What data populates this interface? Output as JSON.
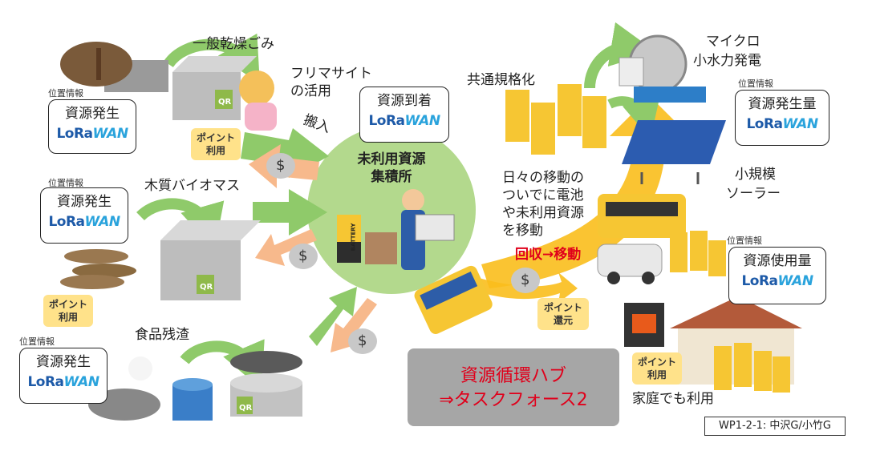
{
  "labels": {
    "dry_waste": "一般乾燥ごみ",
    "flea_market_line1": "フリマサイト",
    "flea_market_line2": "の活用",
    "carry_in": "搬入",
    "standardization": "共通規格化",
    "micro_hydro_line1": "マイクロ",
    "micro_hydro_line2": "小水力発電",
    "small_solar_line1": "小規模",
    "small_solar_line2": "ソーラー",
    "woody_biomass": "木質バイオマス",
    "food_residue": "食品残渣",
    "daily_move_line1": "日々の移動の",
    "daily_move_line2": "ついでに電池",
    "daily_move_line3": "や未利用資源",
    "daily_move_line4": "を移動",
    "collect_move": "回収→移動",
    "home_use": "家庭でも利用",
    "hub_title_line1": "未利用資源",
    "hub_title_line2": "集積所"
  },
  "boxes": {
    "resource_origin_1": "資源発生",
    "resource_origin_2": "資源発生",
    "resource_origin_3": "資源発生",
    "resource_arrival": "資源到着",
    "resource_amount": "資源発生量",
    "resource_usage": "資源使用量"
  },
  "location_info": "位置情報",
  "lorawan": {
    "lo": "LoRa",
    "wan": "WAN"
  },
  "badges": {
    "points_use_1_line1": "ポイント",
    "points_use_1_line2": "利用",
    "points_use_2_line1": "ポイント",
    "points_use_2_line2": "利用",
    "points_return_line1": "ポイント",
    "points_return_line2": "還元",
    "points_use_3_line1": "ポイント",
    "points_use_3_line2": "利用"
  },
  "qr_text": "QR",
  "battery_text": "BATTERY",
  "money_sign": "$",
  "hub_banner_line1": "資源循環ハブ",
  "hub_banner_line2": "⇒タスクフォース2",
  "credit": "WP1-2-1: 中沢G/小竹G",
  "colors": {
    "green_arrow": "#8fca6a",
    "orange_arrow": "#f7b98c",
    "yellow_arrow": "#f9be1c",
    "hub_green": "#b3d98d",
    "red_text": "#e0001b",
    "lora_blue": "#1d5aa8",
    "wan_cyan": "#2aa3dc"
  }
}
